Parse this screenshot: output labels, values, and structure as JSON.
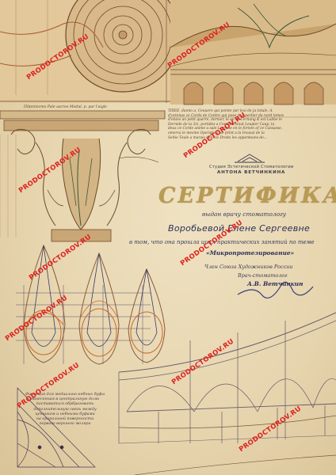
{
  "studio": {
    "line1": "Студия Эстетической Стоматологии",
    "name": "АНТОНА ВЕТЧИНКИНА"
  },
  "certificate": {
    "title": "СЕРТИФИКАТ",
    "issued_to": "выдан врачу стоматологу",
    "recipient": "Воробьевой Елене Сергеевне",
    "body": "в том, что она прошла цикл практических занятий по теме",
    "topic": "«Микропротезирование»"
  },
  "signature": {
    "line1": "Член Союза Художников России",
    "line2": "Врач-стоматолог",
    "name": "А.В. Ветчинкин"
  },
  "background_text": {
    "latin_note": "TIXEE, dunno a, Ceuuero qui pointe par lexi de ju totale, A.\nd'octenas ce Corde de Centre qui pose in a partier du nord tomes\nd'etans un petit quarre, dornier, le en ce Cernang K est Labbe le\nDernide de la 3/e, portides a Centre Poinut Leapier Caup, la\ndeux ce Corde anime a sale Lennine en le fornen of ce Cassasse,\nomerca le mesme Operation, se print a la trouvai de la\nSeitie Toule a marais dans le Droits les appenteans de...",
    "scale_note": "Пдрпппсто  Pale ascree Modul, p. par l'aigle",
    "side_note": "Фиксация для медиально-небных буфы\nнанесенная в центральную долю\nпоставиться обрбразовать\nдополнительную связь между\nценчиком и небными буфами\nна ороральной поверхности\nпервого верхнего моляри"
  },
  "watermark": {
    "text": "PRODOCTOROV.RU",
    "color": "#e0201f"
  },
  "colors": {
    "paper": "#e7d7b3",
    "title_gold": "#b99a55",
    "ink_blue": "#2d2e58",
    "sketch_brown": "#8a5a3a",
    "sketch_orange": "#c86a2a"
  }
}
